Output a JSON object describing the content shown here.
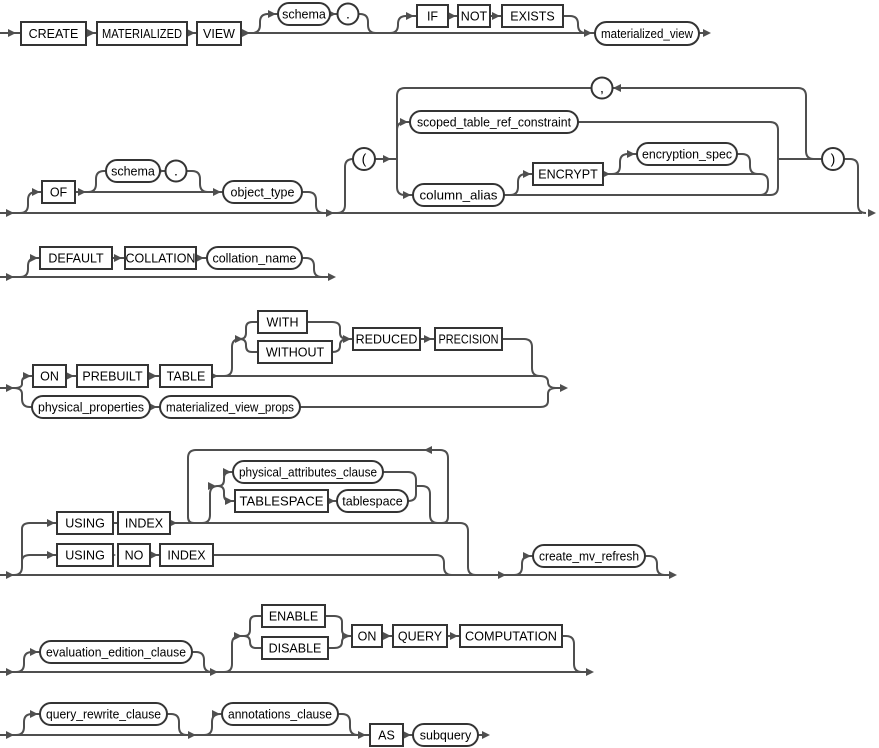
{
  "meta": {
    "description": "Oracle SQL railroad syntax diagram: CREATE MATERIALIZED VIEW statement"
  },
  "colors": {
    "background": "#ffffff",
    "line": "#4f4f4f",
    "shape_border": "#343434",
    "text": "#000000"
  },
  "labels": {
    "keywords": {
      "create": "CREATE",
      "materialized": "MATERIALIZED",
      "view": "VIEW",
      "if": "IF",
      "not": "NOT",
      "exists": "EXISTS",
      "of": "OF",
      "encrypt": "ENCRYPT",
      "default": "DEFAULT",
      "collation": "COLLATION",
      "on": "ON",
      "prebuilt": "PREBUILT",
      "table": "TABLE",
      "with": "WITH",
      "without": "WITHOUT",
      "reduced": "REDUCED",
      "precision": "PRECISION",
      "using": "USING",
      "index": "INDEX",
      "no": "NO",
      "tablespace": "TABLESPACE",
      "enable": "ENABLE",
      "disable": "DISABLE",
      "query": "QUERY",
      "computation": "COMPUTATION",
      "as": "AS"
    },
    "variables": {
      "schema": "schema",
      "materialized_view": "materialized_view",
      "object_type": "object_type",
      "scoped_table_ref_constraint": "scoped_table_ref_constraint",
      "column_alias": "column_alias",
      "encryption_spec": "encryption_spec",
      "collation_name": "collation_name",
      "physical_properties": "physical_properties",
      "materialized_view_props": "materialized_view_props",
      "physical_attributes_clause": "physical_attributes_clause",
      "tablespace_var": "tablespace",
      "create_mv_refresh": "create_mv_refresh",
      "evaluation_edition_clause": "evaluation_edition_clause",
      "query_rewrite_clause": "query_rewrite_clause",
      "annotations_clause": "annotations_clause",
      "subquery": "subquery"
    },
    "punctuation": {
      "period": ".",
      "comma": ",",
      "open_paren": "(",
      "close_paren": ")"
    }
  }
}
